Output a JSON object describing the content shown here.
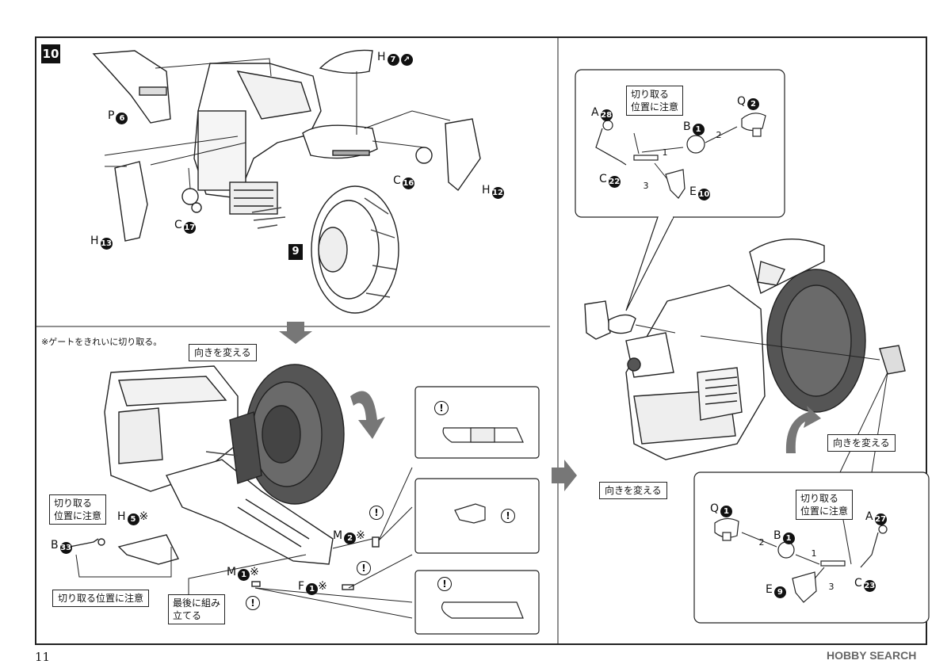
{
  "step_number": "10",
  "sub_step_ref": "9",
  "page_number": "11",
  "watermark": "HOBBY SEARCH",
  "gate_note": "※ゲートをきれいに切り取る。",
  "labels_top": {
    "p6": "P",
    "p6_num": "6",
    "h7": "H",
    "h7_num": "7",
    "h12": "H",
    "h12_num": "12",
    "h13": "H",
    "h13_num": "13",
    "c16": "C",
    "c16_num": "16",
    "c17": "C",
    "c17_num": "17"
  },
  "labels_bottom_left": {
    "turn_label": "向きを変える",
    "h5": "H",
    "h5_num": "5",
    "h5_mark": "※",
    "b33": "B",
    "b33_num": "33",
    "m2": "M",
    "m2_num": "2",
    "m2_mark": "※",
    "m1": "M",
    "m1_num": "1",
    "m1_mark": "※",
    "f1": "F",
    "f1_num": "1",
    "f1_mark": "※",
    "cut_position_caution": "切り取る\n位置に注意",
    "cut_position_caution_long": "切り取る位置に注意",
    "assemble_last": "最後に組み\n立てる",
    "exclaim": "!"
  },
  "labels_right_top_box": {
    "a28": "A",
    "a28_num": "28",
    "cut_caution": "切り取る\n位置に注意",
    "q2": "Q",
    "q2_num": "2",
    "b1": "B",
    "b1_num": "1",
    "c22": "C",
    "c22_num": "22",
    "e10": "E",
    "e10_num": "10",
    "hex1": "1",
    "hex2": "2",
    "hex3": "3"
  },
  "labels_right_bottom": {
    "turn_label_a": "向きを変える",
    "turn_label_b": "向きを変える",
    "q1": "Q",
    "q1_num": "1",
    "b1": "B",
    "b1_num": "1",
    "cut_caution": "切り取る\n位置に注意",
    "a27": "A",
    "a27_num": "27",
    "e9": "E",
    "e9_num": "9",
    "c23": "C",
    "c23_num": "23",
    "hex1": "1",
    "hex2": "2",
    "hex3": "3"
  },
  "icons": [
    "arrow-down-icon",
    "arrow-right-icon",
    "rotate-arrow-icon",
    "exclamation-icon"
  ],
  "colors": {
    "line": "#222222",
    "tire": "#555555",
    "arrow": "#777777"
  }
}
